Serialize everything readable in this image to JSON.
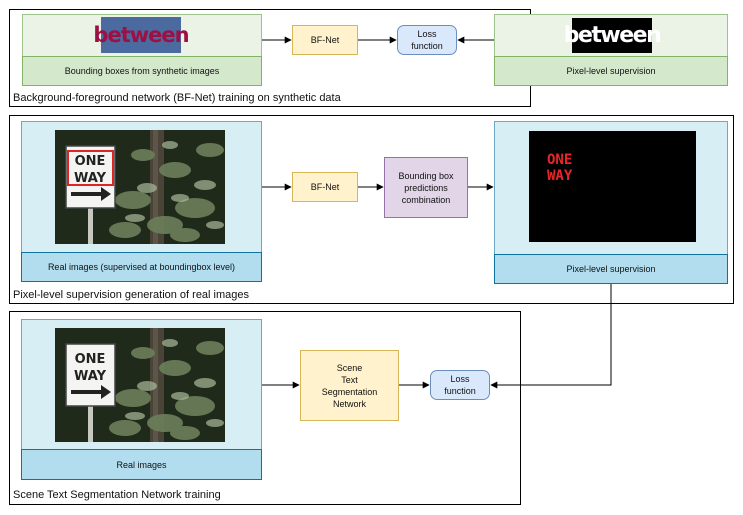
{
  "section1": {
    "title": "Background-foreground network (BF-Net) training on synthetic data",
    "left_caption": "Bounding boxes from synthetic images",
    "left_word": "between",
    "center_box": "BF-Net",
    "loss_box": "Loss\nfunction",
    "right_caption": "Pixel-level supervision",
    "right_word": "between"
  },
  "section2": {
    "title": "Pixel-level supervision generation of real images",
    "left_caption": "Real images (supervised at boundingbox level)",
    "center_box": "BF-Net",
    "combo_box": "Bounding box\npredictions\ncombination",
    "right_caption": "Pixel-level supervision",
    "mask_line1": "ONE",
    "mask_line2": "WAY"
  },
  "section3": {
    "title": "Scene Text Segmentation Network training",
    "left_caption": "Real images",
    "network_box": "Scene\nText\nSegmentation\nNetwork",
    "loss_box": "Loss\nfunction"
  },
  "sign": {
    "line1": "ONE",
    "line2": "WAY"
  },
  "colors": {
    "green_fill": "#d4e8cc",
    "blue_fill": "#b1ddee",
    "yellow_fill": "#fff2cc",
    "purple_fill": "#e1d5e7",
    "loss_fill": "#dae8fc",
    "mask_text": "#e8262a",
    "bbox_highlight": "#e02424"
  }
}
